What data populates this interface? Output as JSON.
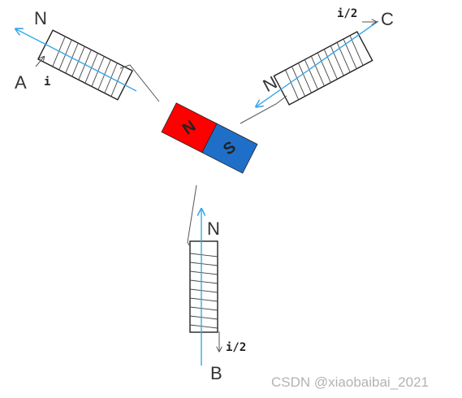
{
  "coils": [
    {
      "id": "A",
      "terminal_label": "A",
      "pole_label": "N",
      "current_label": "i"
    },
    {
      "id": "B",
      "terminal_label": "B",
      "pole_label": "N",
      "current_label": "i/2"
    },
    {
      "id": "C",
      "terminal_label": "C",
      "pole_label": "N",
      "current_label": "i/2"
    }
  ],
  "magnet": {
    "north_label": "N",
    "south_label": "S",
    "north_color": "#ff0000",
    "south_color": "#1f6fc9"
  },
  "colors": {
    "axis": "#3aa7e6",
    "coil": "#222222",
    "wire": "#555555"
  },
  "watermark": "CSDN @xiaobaibai_2021"
}
